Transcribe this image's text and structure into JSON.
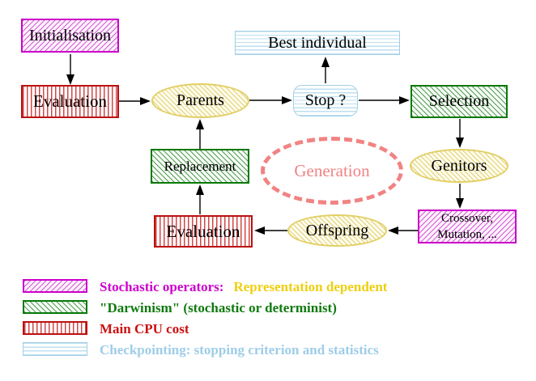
{
  "diagram": {
    "nodes": {
      "initialisation": {
        "label": "Initialisation"
      },
      "evaluation_top": {
        "label": "Evaluation"
      },
      "parents": {
        "label": "Parents"
      },
      "best_individual": {
        "label": "Best individual"
      },
      "stop": {
        "label": "Stop ?"
      },
      "selection": {
        "label": "Selection"
      },
      "genitors": {
        "label": "Genitors"
      },
      "crossover_mutation": {
        "line1": "Crossover,",
        "line2": "Mutation, ..."
      },
      "offspring": {
        "label": "Offspring"
      },
      "evaluation_bottom": {
        "label": "Evaluation"
      },
      "replacement": {
        "label": "Replacement"
      },
      "generation": {
        "label": "Generation"
      }
    },
    "colors": {
      "stochastic_magenta": "#cc00cc",
      "darwinism_green": "#0f7a0f",
      "main_cpu_red": "#cc1111",
      "checkpointing_blue": "#9ecde8",
      "operator_yellow": "#e2cf66",
      "generation_salmon": "#f18383",
      "representation_gold": "#eecf10",
      "arrow_black": "#000000"
    },
    "legend": {
      "items": [
        {
          "swatch": "magenta-diagonal-hatch",
          "text": "Stochastic operators:",
          "text2": "Representation dependent"
        },
        {
          "swatch": "green-diagonal-hatch",
          "text": "\"Darwinism\" (stochastic or determinist)"
        },
        {
          "swatch": "red-vertical-stripes",
          "text": "Main CPU cost"
        },
        {
          "swatch": "cyan-horizontal-stripes",
          "text": "Checkpointing: stopping criterion and statistics"
        }
      ]
    }
  }
}
